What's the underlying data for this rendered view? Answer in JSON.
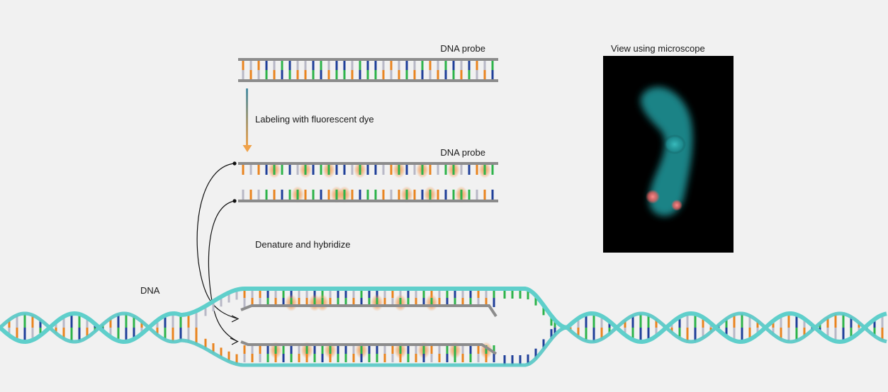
{
  "labels": {
    "probe_top": "DNA probe",
    "probe_labeled": "DNA probe",
    "labeling_step": "Labeling with fluorescent dye",
    "hybridize_step": "Denature and hybridize",
    "dna": "DNA",
    "microscope": "View using microscope"
  },
  "colors": {
    "background": "#f1f1f1",
    "backbone": "#8c8c8c",
    "helix_strand": "#5fcfcb",
    "helix_strand_dark": "#2f8d9a",
    "base_orange": "#e9841f",
    "base_blue": "#1f3f99",
    "base_green": "#2db34a",
    "base_gray": "#b8b8c6",
    "fluorescent_glow": "#f29a52",
    "arrow_gradient_start": "#4a8fa6",
    "arrow_gradient_end": "#f0a24a",
    "micrograph_bg": "#000000",
    "chromosome_color": "#2aa5a8",
    "signal_color": "#ff6f6f"
  },
  "probe_sequence": [
    "orange",
    "gray",
    "orange",
    "blue",
    "gray",
    "green",
    "blue",
    "gray",
    "gray",
    "blue",
    "green",
    "gray",
    "blue",
    "blue",
    "gray",
    "green",
    "blue",
    "blue",
    "gray",
    "orange",
    "gray",
    "blue",
    "gray",
    "green",
    "orange",
    "gray",
    "green",
    "blue",
    "gray",
    "blue",
    "orange",
    "gray",
    "green"
  ]
}
